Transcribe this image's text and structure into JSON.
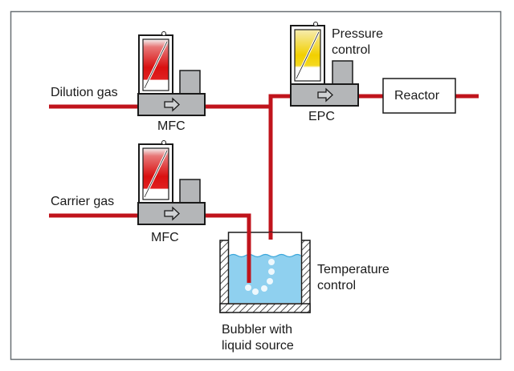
{
  "diagram": {
    "colors": {
      "gas_line": "#c0141c",
      "device_body": "#b4b6b8",
      "mfc_gradient_top": "#d91010",
      "epc_gradient_top": "#f2d000",
      "liquid": "#8fd0ef",
      "bubbles": "#eef8fd",
      "frame": "#6a7075"
    },
    "labels": {
      "dilution_gas": "Dilution gas",
      "carrier_gas": "Carrier gas",
      "mfc_top": "MFC",
      "mfc_bottom": "MFC",
      "epc": "EPC",
      "pressure_control_1": "Pressure",
      "pressure_control_2": "control",
      "reactor": "Reactor",
      "temperature_control_1": "Temperature",
      "temperature_control_2": "control",
      "bubbler_1": "Bubbler with",
      "bubbler_2": "liquid source"
    },
    "device_arrow_glyph": "⇨"
  }
}
